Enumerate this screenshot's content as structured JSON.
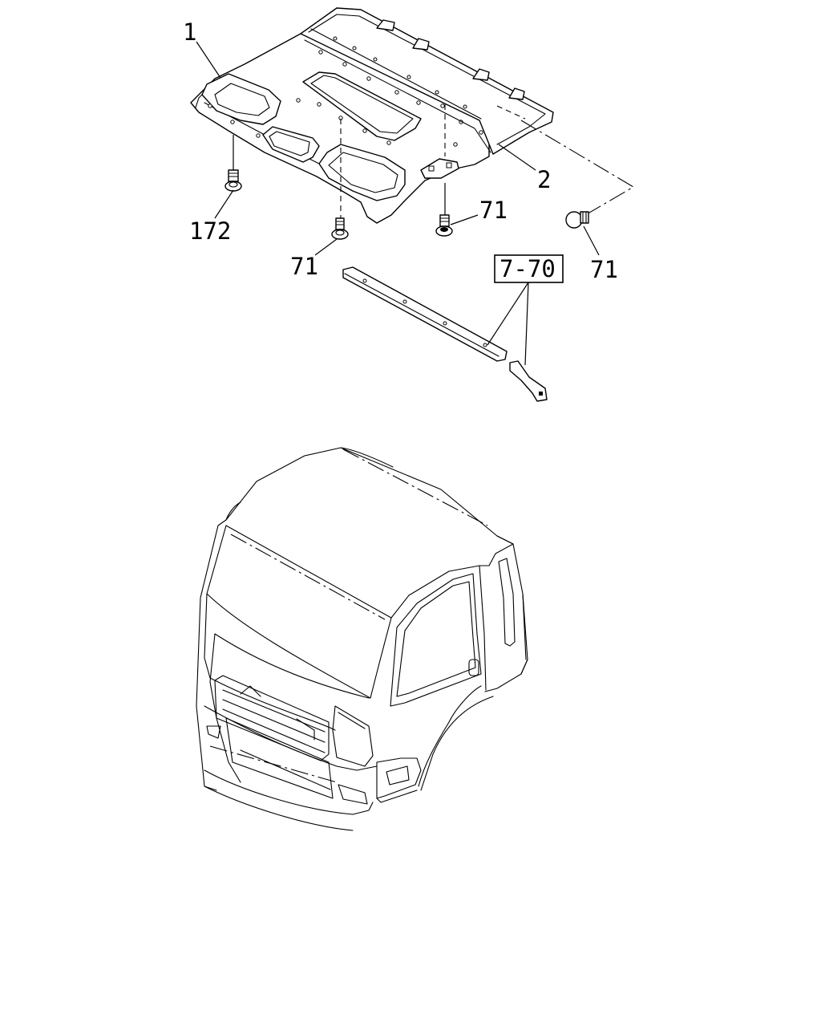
{
  "labels": {
    "headlining": "1",
    "rear_panel": "2",
    "clip_left": "172",
    "screw_center": "71",
    "screw_right": "71",
    "clip_far_right": "71",
    "reference": "7-70"
  },
  "colors": {
    "line": "#000000",
    "background": "#ffffff"
  }
}
